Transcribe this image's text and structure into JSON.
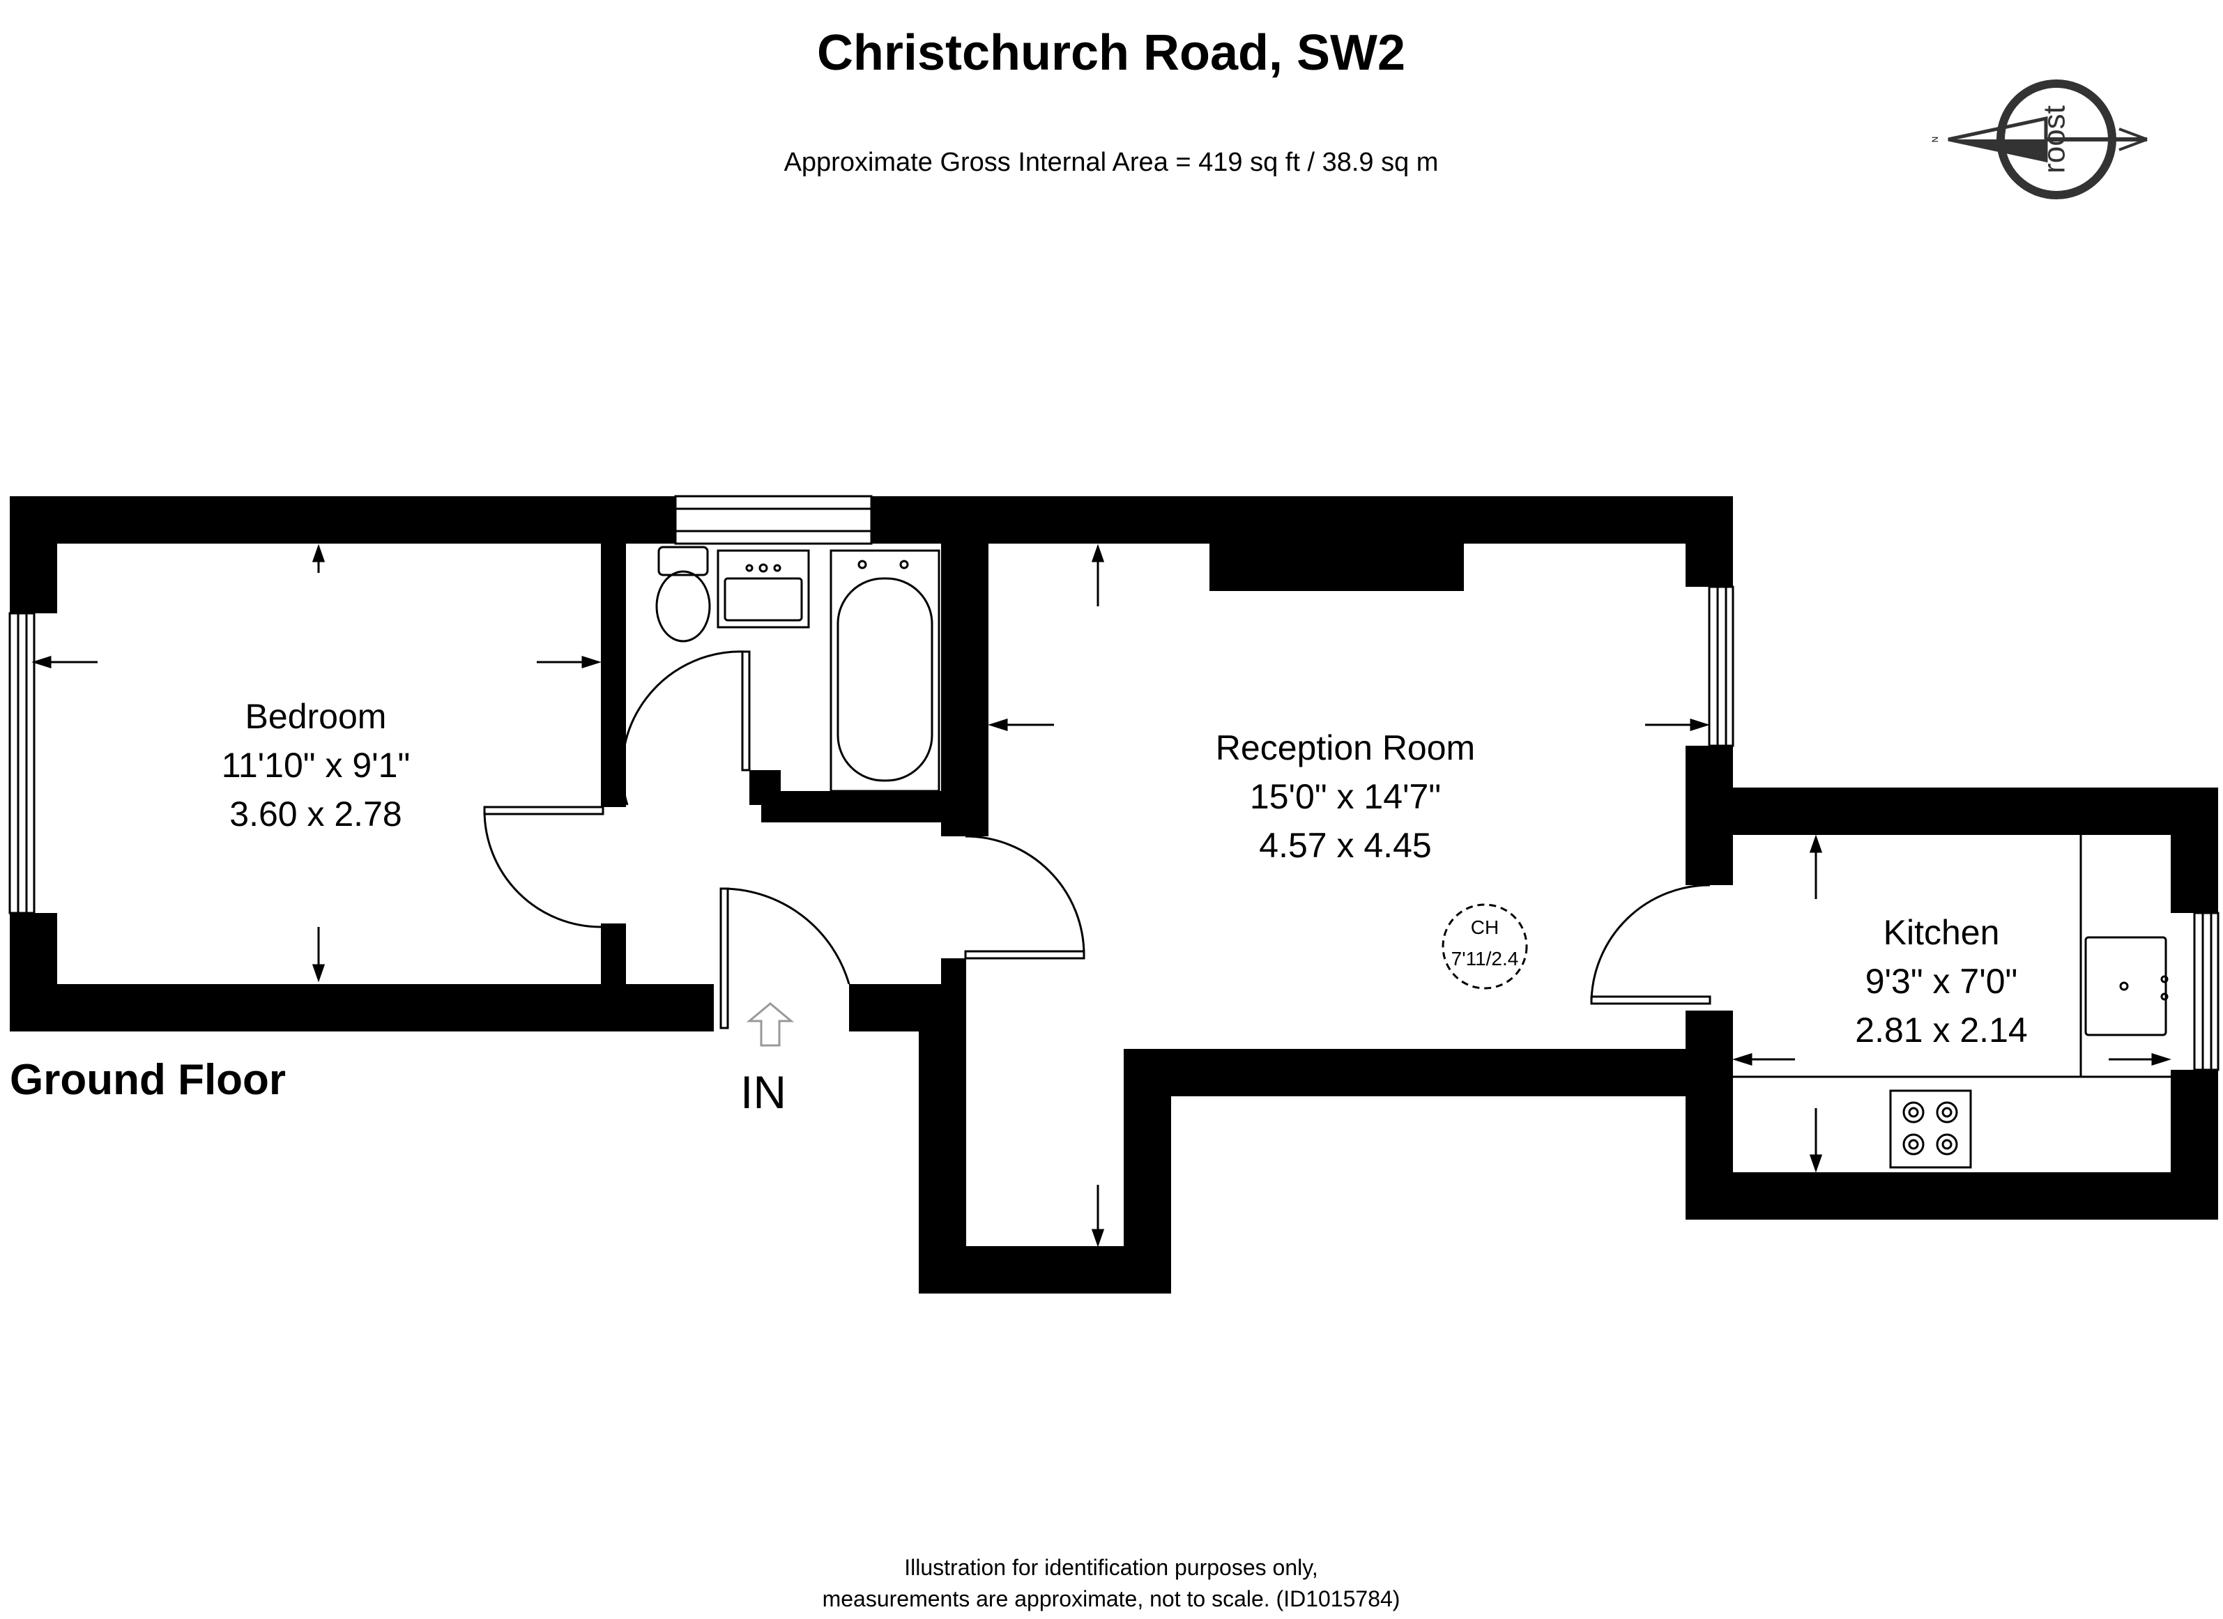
{
  "header": {
    "title": "Christchurch Road, SW2",
    "area": "Approximate Gross Internal Area = 419 sq ft / 38.9 sq m"
  },
  "compass": {
    "north_label": "N",
    "logo_text": "roost"
  },
  "rooms": {
    "bedroom": {
      "name": "Bedroom",
      "imperial": "11'10\" x 9'1\"",
      "metric": "3.60 x 2.78"
    },
    "reception": {
      "name": "Reception Room",
      "imperial": "15'0\" x 14'7\"",
      "metric": "4.57 x 4.45"
    },
    "kitchen": {
      "name": "Kitchen",
      "imperial": "9'3\" x 7'0\"",
      "metric": "2.81 x 2.14"
    }
  },
  "ceiling_height": {
    "label": "CH",
    "value": "7'11/2.4"
  },
  "floor_label": "Ground Floor",
  "entrance_label": "IN",
  "disclaimer": {
    "line1": "Illustration for identification purposes only,",
    "line2": "measurements are approximate, not to scale. (ID1015784)"
  }
}
